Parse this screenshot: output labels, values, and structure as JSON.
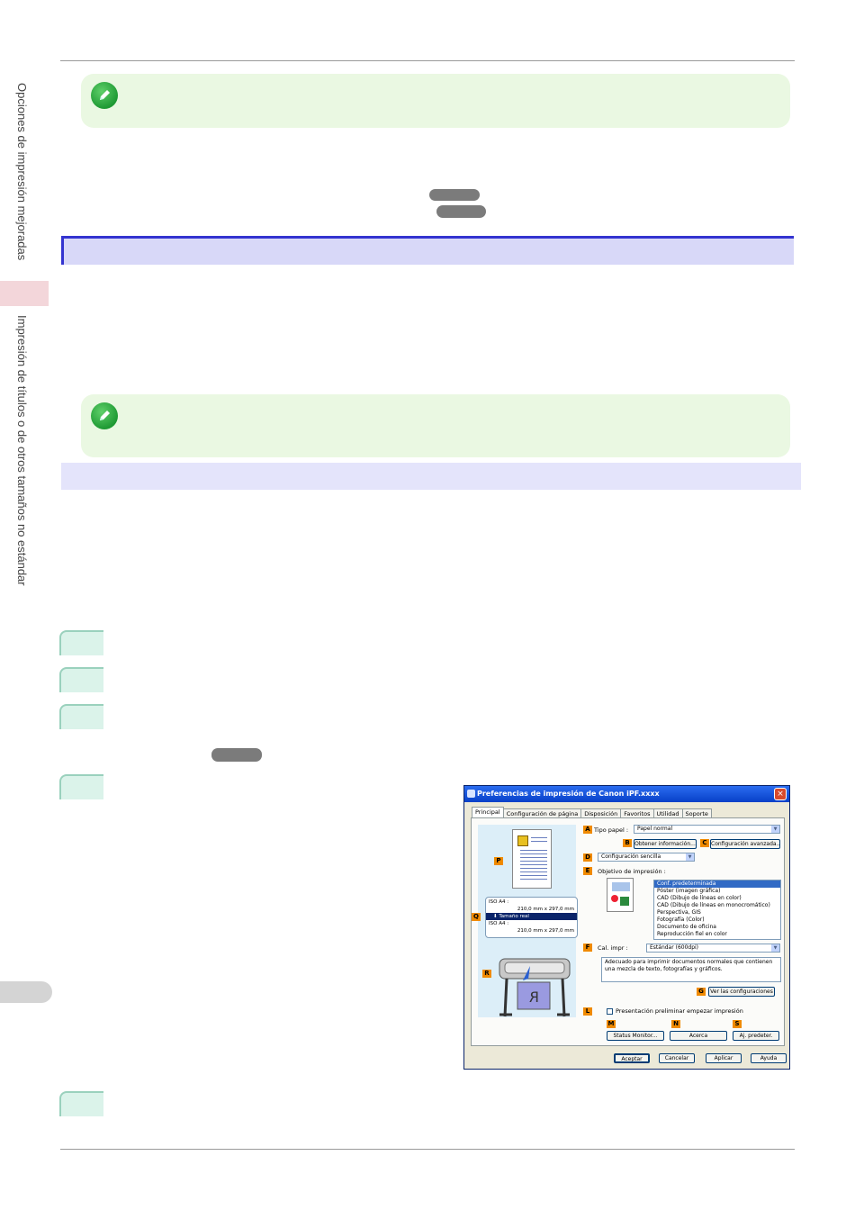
{
  "sidebar": {
    "chapter_label": "Opciones de impresión mejoradas",
    "section_label": "Impresión de títulos o de otros tamaños no estándar"
  },
  "dialog": {
    "title": "Preferencias de impresión de Canon iPF.xxxx",
    "close": "×",
    "tabs": [
      "Principal",
      "Configuración de página",
      "Disposición",
      "Favoritos",
      "Utilidad",
      "Soporte"
    ],
    "badges": {
      "A": "A",
      "B": "B",
      "C": "C",
      "D": "D",
      "E": "E",
      "F": "F",
      "G": "G",
      "L": "L",
      "M": "M",
      "N": "N",
      "S": "S",
      "P": "P",
      "Q": "Q",
      "R": "R"
    },
    "media_type_label": "Tipo papel :",
    "media_type_value": "Papel normal",
    "get_info_button": "Obtener información...",
    "advanced_settings_button": "Configuración avanzada...",
    "mode_value": "Configuración sencilla",
    "print_target_label": "Objetivo de impresión :",
    "print_targets": [
      "Conf. predeterminada",
      "Póster (imagen gráfica)",
      "CAD (Dibujo de líneas en color)",
      "CAD (Dibujo de líneas en monocromático)",
      "Perspectiva, GIS",
      "Fotografía (Color)",
      "Documento de oficina",
      "Reproducción fiel en color"
    ],
    "quality_label": "Cal. impr :",
    "quality_value": "Estándar (600dpi)",
    "description": "Adecuado para imprimir documentos normales que contienen una mezcla de texto, fotografías y gráficos.",
    "view_settings_button": "Ver las configuraciones",
    "preview_checkbox_label": "Presentación preliminar empezar impresión",
    "status_monitor_button": "Status Monitor...",
    "about_button": "Acerca",
    "defaults_button": "Aj. predeter.",
    "ok_button": "Aceptar",
    "cancel_button": "Cancelar",
    "apply_button": "Aplicar",
    "help_button": "Ayuda",
    "size_box": {
      "input_label": "ISO A4 :",
      "input_dims": "210,0 mm x 297,0 mm",
      "scale_label": "Tamaño real",
      "output_label": "ISO A4 :",
      "output_dims": "210,0 mm x 297,0 mm"
    }
  },
  "colors": {
    "note_bg": "#eaf8e2",
    "band_blue": "#d8d8f8",
    "band_border": "#3434d0",
    "step_bg": "#dbf3ea",
    "badge": "#f08a00"
  }
}
